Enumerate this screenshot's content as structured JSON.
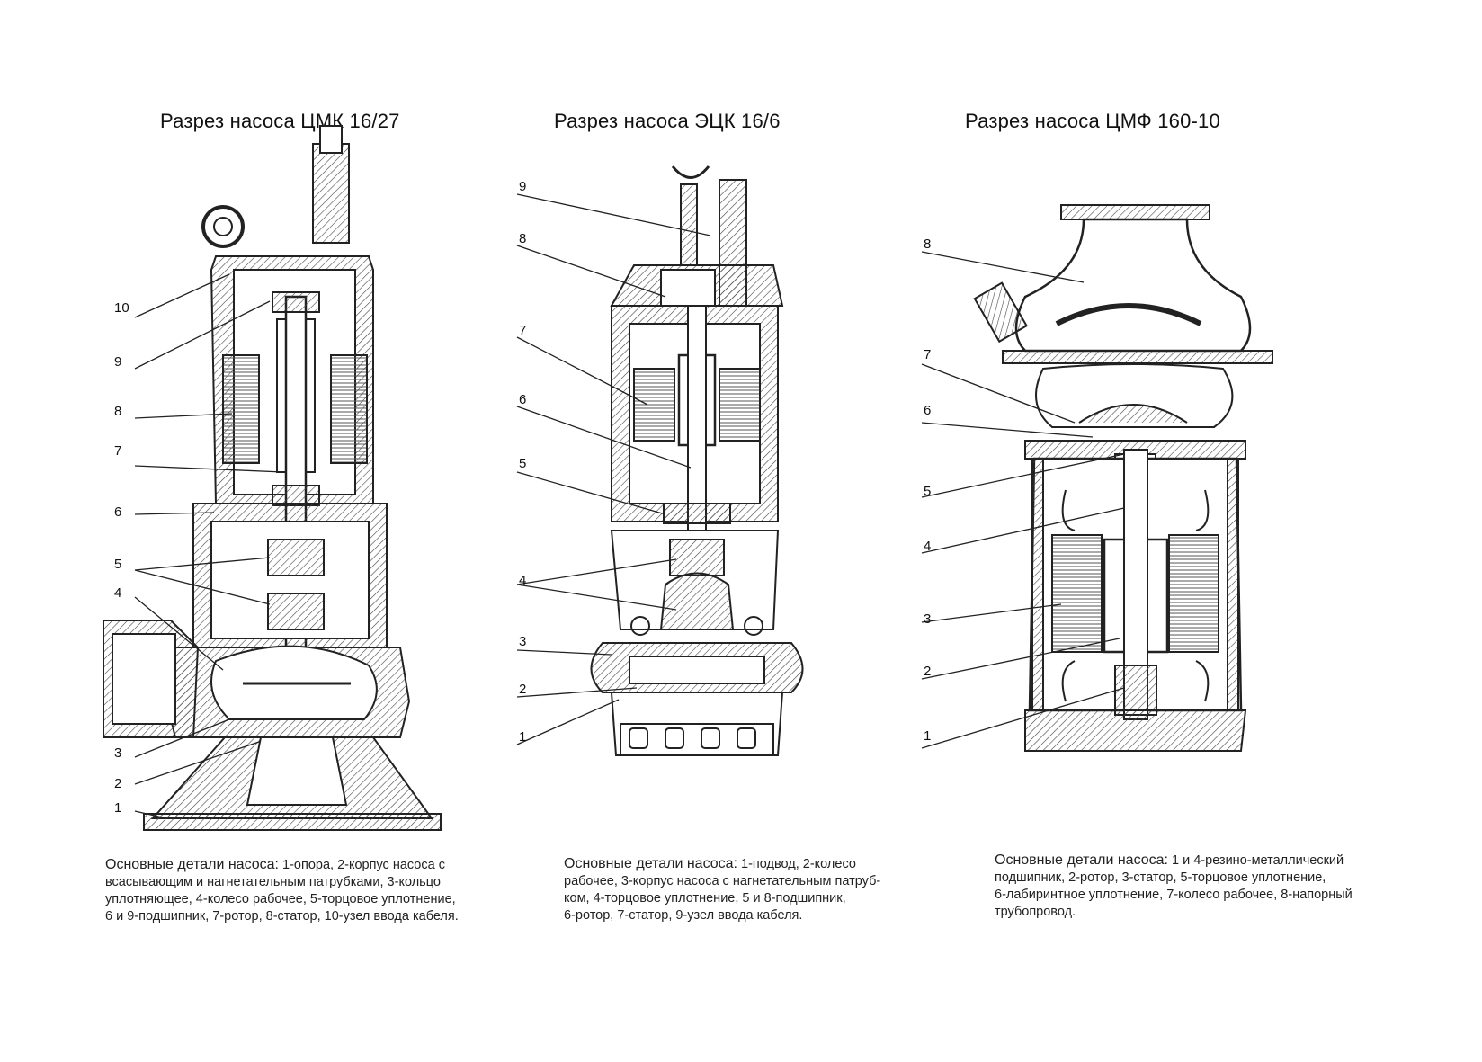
{
  "pumps": [
    {
      "title": "Разрез насоса ЦМК 16/27",
      "callouts": [
        "10",
        "9",
        "8",
        "7",
        "6",
        "5",
        "4",
        "3",
        "2",
        "1"
      ],
      "caption_head": "Основные детали насоса:",
      "caption_lines": [
        " 1-опора, 2-корпус насоса с",
        "всасывающим и нагнетательным патрубками, 3-кольцо",
        "уплотняющее, 4-колесо рабочее, 5-торцовое уплотнение,",
        "6 и 9-подшипник, 7-ротор, 8-статор, 10-узел ввода кабеля."
      ]
    },
    {
      "title": "Разрез насоса ЭЦК 16/6",
      "callouts": [
        "9",
        "8",
        "7",
        "6",
        "5",
        "4",
        "3",
        "2",
        "1"
      ],
      "caption_head": "Основные детали насоса:",
      "caption_lines": [
        " 1-подвод, 2-колесо",
        "рабочее, 3-корпус насоса с нагнетательным патруб-",
        "ком, 4-торцовое уплотнение, 5 и 8-подшипник,",
        "6-ротор, 7-статор, 9-узел ввода кабеля."
      ]
    },
    {
      "title": "Разрез насоса ЦМФ 160-10",
      "callouts": [
        "8",
        "7",
        "6",
        "5",
        "4",
        "3",
        "2",
        "1"
      ],
      "caption_head": "Основные детали насоса:",
      "caption_lines": [
        " 1 и 4-резино-металлический",
        "подшипник, 2-ротор, 3-статор, 5-торцовое уплотнение,",
        "6-лабиринтное уплотнение, 7-колесо рабочее, 8-напорный",
        "трубопровод."
      ]
    }
  ]
}
